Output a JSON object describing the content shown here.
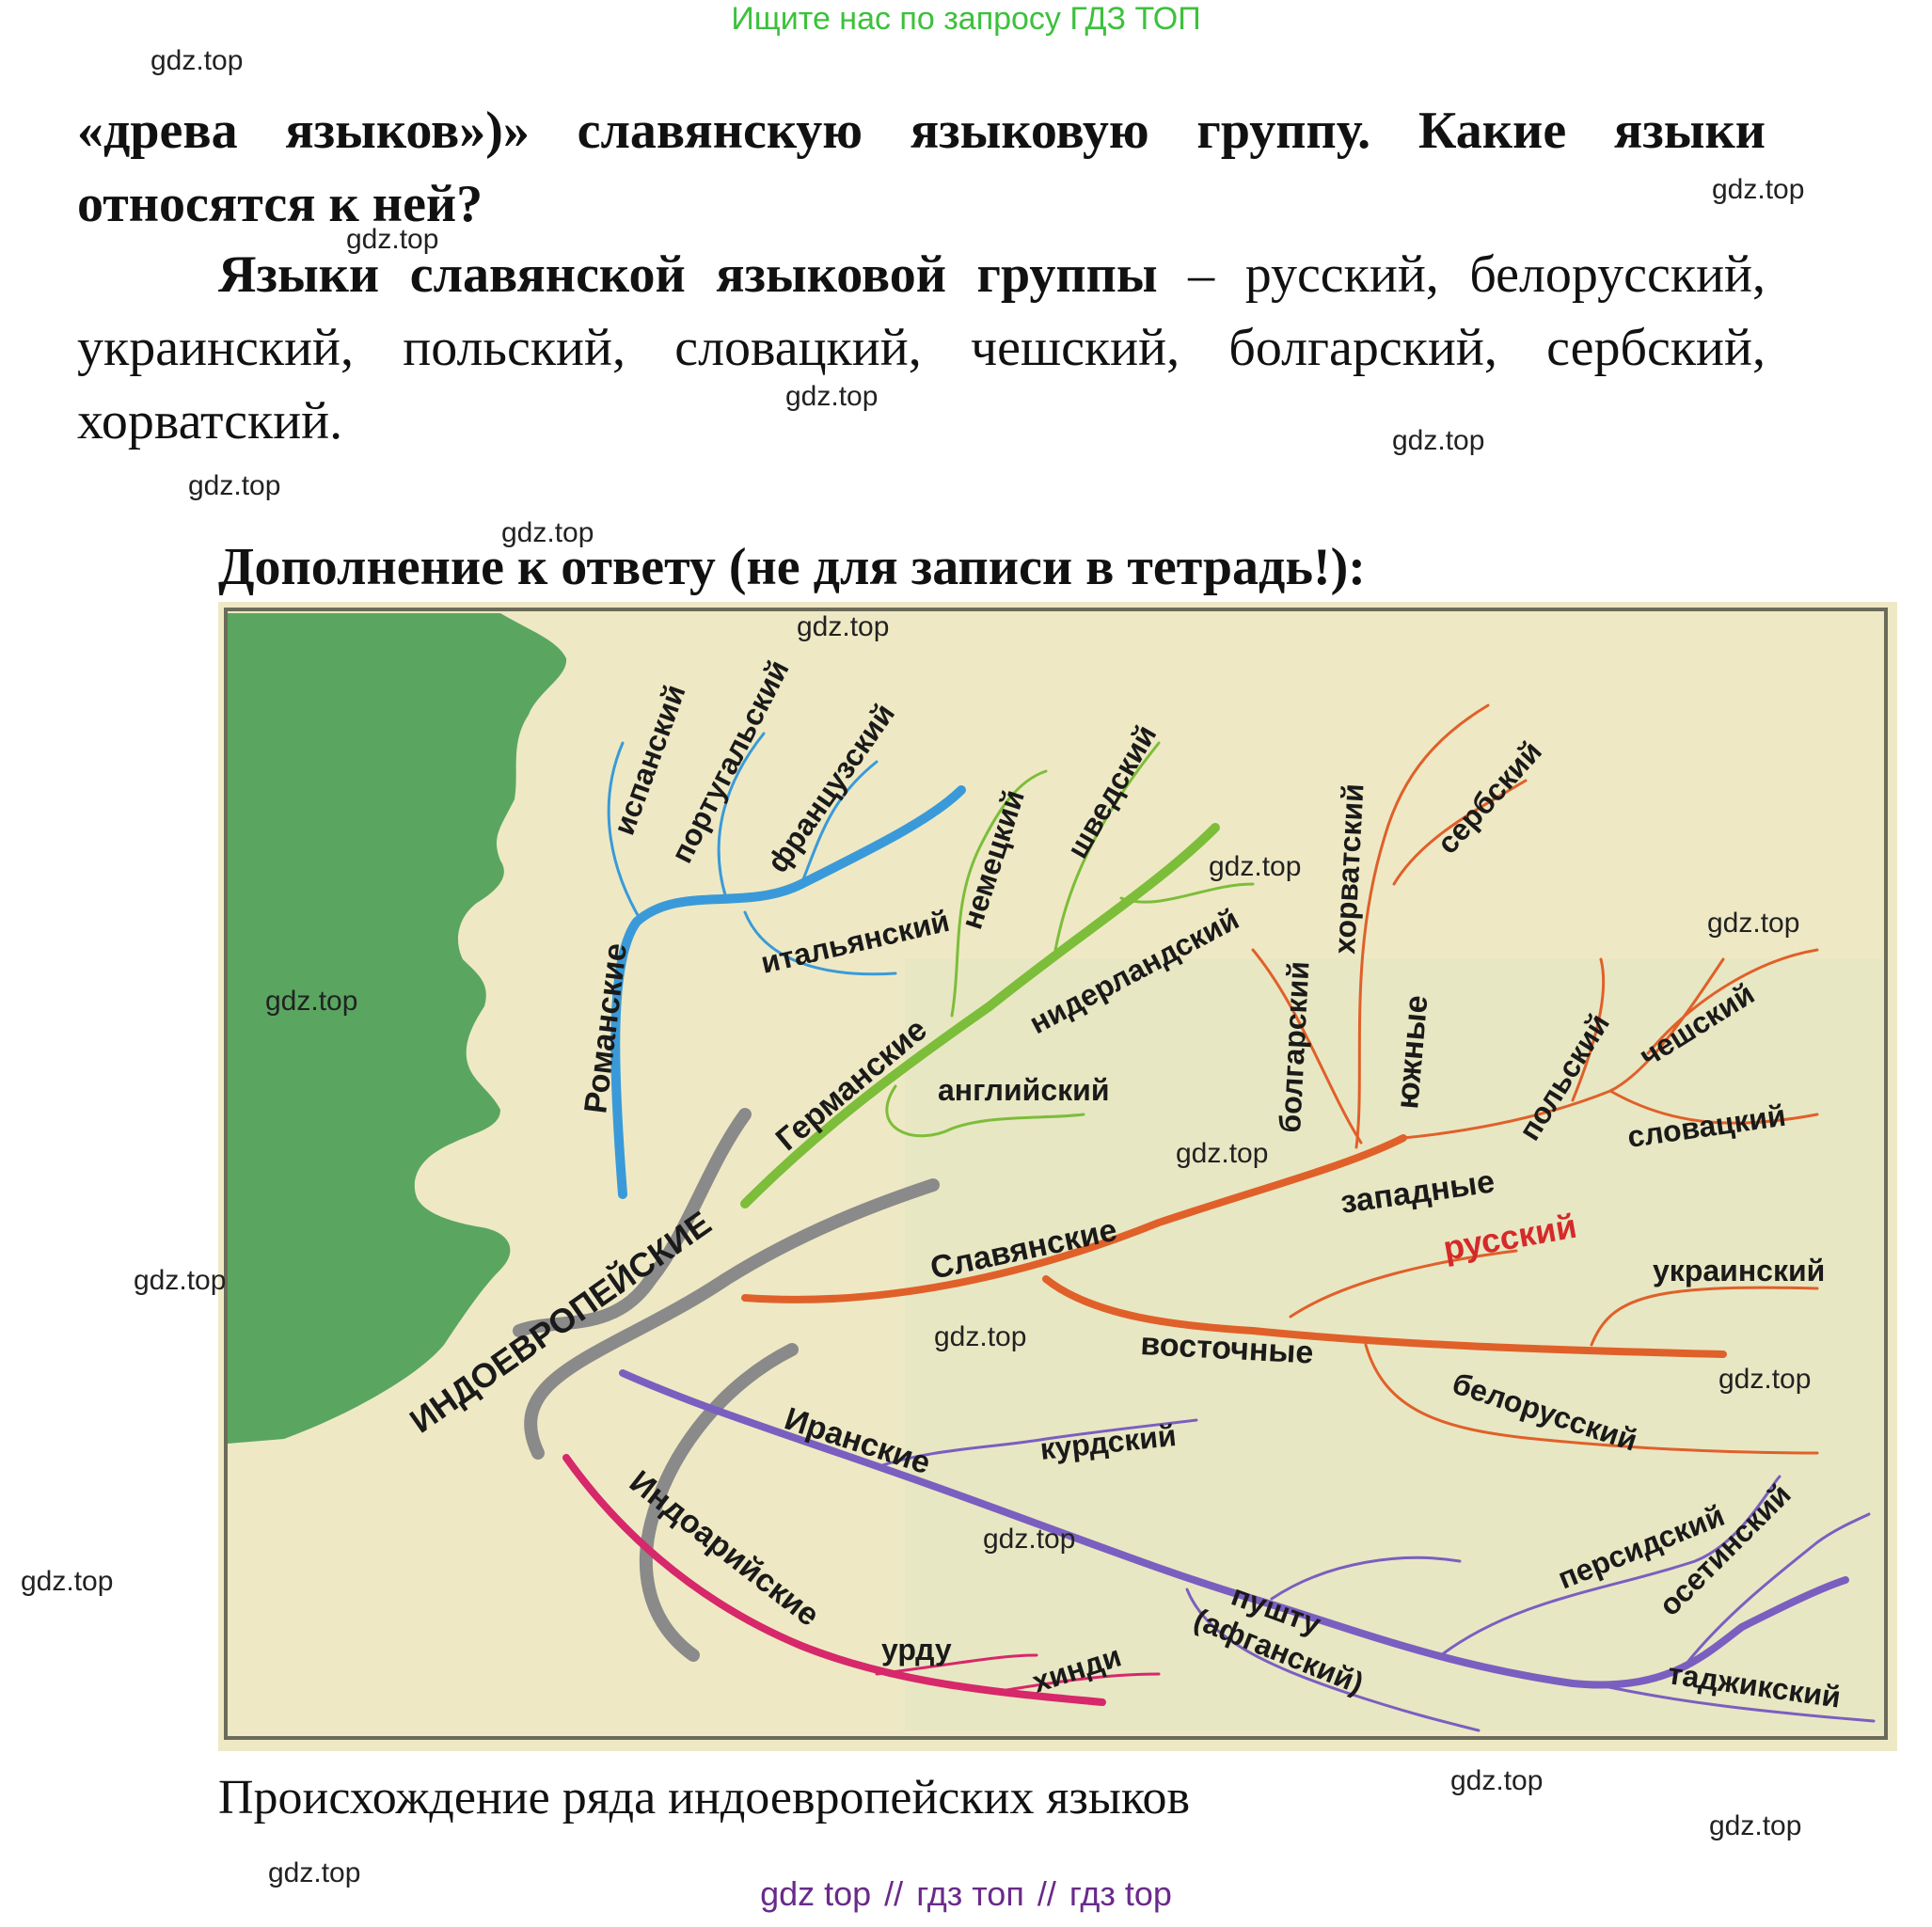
{
  "top_banner": "Ищите нас по запросу ГДЗ ТОП",
  "watermark": "gdz.top",
  "question": "«древа языков»)» славянскую языковую группу. Какие языки относятся к ней?",
  "answer": {
    "bold": "Языки славянской языковой группы",
    "rest": " – русский, белорусский, украинский, польский, словацкий, чешский, болгарский, сербский, хорватский."
  },
  "supplement_heading": "Дополнение к ответу (не для записи в тетрадь!):",
  "figure": {
    "trunk": "ИНДОЕВРОПЕЙСКИЕ",
    "groups": {
      "romance": "Романские",
      "germanic": "Германские",
      "slavic": "Славянские",
      "iranian": "Иранские",
      "indoaryan": "Индоарийские"
    },
    "subgroups": {
      "south": "южные",
      "west": "западные",
      "east": "восточные"
    },
    "languages": {
      "spanish": "испанский",
      "portuguese": "португальский",
      "french": "французский",
      "italian": "итальянский",
      "german": "немецкий",
      "swedish": "шведский",
      "dutch": "нидерландский",
      "english": "английский",
      "bulgarian": "болгарский",
      "croatian": "хорватский",
      "serbian": "сербский",
      "polish": "польский",
      "czech": "чешский",
      "slovak": "словацкий",
      "russian": "русский",
      "ukrainian": "украинский",
      "belarusian": "белорусский",
      "kurdish": "курдский",
      "persian": "персидский",
      "pashto": "пушту",
      "pashto_note": "(афганский)",
      "ossetian": "осетинский",
      "tajik": "таджикский",
      "urdu": "урду",
      "hindi": "хинди"
    },
    "colors": {
      "romance": "#3a9ad9",
      "germanic": "#7cbd3a",
      "slavic": "#e0602a",
      "iranian": "#7a5fc0",
      "indoaryan": "#d6286a",
      "trunk": "#8a8a8a",
      "head": "#3f9a4f",
      "russian_label": "#d42a2a"
    }
  },
  "caption": "Происхождение ряда индоевропейских языков",
  "footer": {
    "part1": "gdz top",
    "part2": "гдз топ",
    "part3": "гдз top",
    "separator": "//"
  }
}
